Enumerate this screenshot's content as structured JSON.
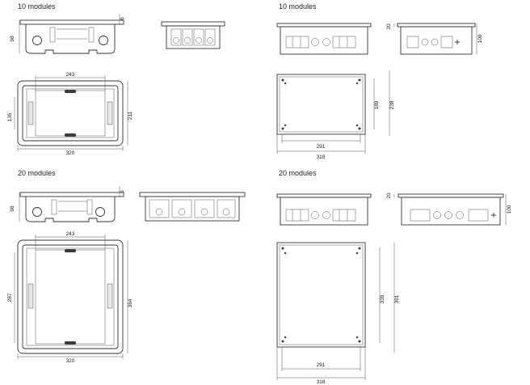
{
  "sections": {
    "tl_title": "10 modules",
    "tr_title": "10 modules",
    "bl_title": "20 modules",
    "br_title": "20 modules"
  },
  "dims": {
    "a_side_h": "98",
    "a_side_t": "6",
    "a_top_w1": "243",
    "a_top_h1": "135",
    "a_top_h2": "211",
    "a_top_w2": "320",
    "b_side_h": "20",
    "b_side2_h": "100",
    "b_top_h1": "189",
    "b_top_h2": "238",
    "b_top_w1": "291",
    "b_top_w2": "318",
    "c_side_h": "98",
    "c_side_t": "6",
    "c_top_w1": "243",
    "c_top_h1": "287",
    "c_top_h2": "364",
    "c_top_w2": "320",
    "d_side_h": "20",
    "d_side2_h": "100",
    "d_top_h1": "339",
    "d_top_h2": "391",
    "d_top_w1": "291",
    "d_top_w2": "318"
  }
}
